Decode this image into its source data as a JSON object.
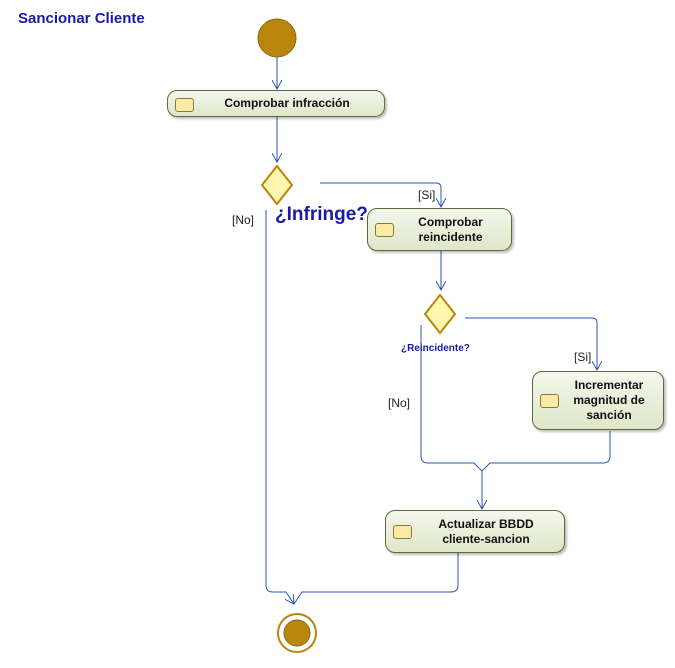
{
  "diagram": {
    "title": "Sancionar Cliente",
    "actions": {
      "comprobar_infraccion": "Comprobar infracción",
      "comprobar_reincidente": "Comprobar\nreincidente",
      "incrementar_magnitud": "Incrementar\nmagnitud de\nsanción",
      "actualizar_bbdd": "Actualizar BBDD\ncliente-sancion"
    },
    "decisions": {
      "infringe": "¿Infringe?",
      "reincidente": "¿Reincidente?"
    },
    "guards": {
      "infringe_no": "[No]",
      "infringe_si": "[Si]",
      "reincidente_no": "[No]",
      "reincidente_si": "[Si]"
    },
    "colors": {
      "flow_line": "#2a55b8",
      "node_fill": "#b8860b",
      "decision_fill": "#fff6b0",
      "title": "#1a1aa6"
    }
  }
}
